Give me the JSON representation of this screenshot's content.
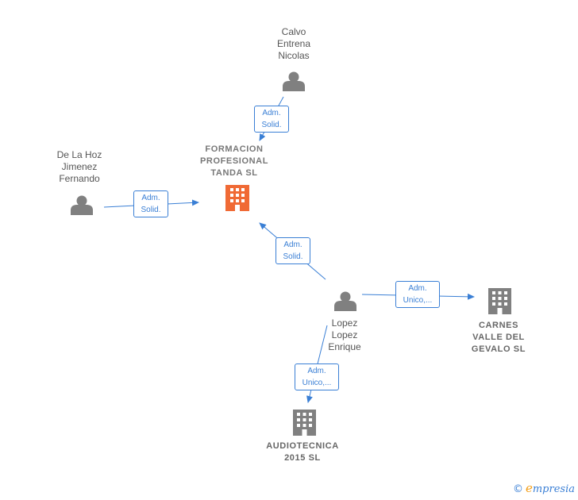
{
  "nodes": {
    "calvo": {
      "type": "person",
      "lines": [
        "Calvo",
        "Entrena",
        "Nicolas"
      ]
    },
    "delahoz": {
      "type": "person",
      "lines": [
        "De La Hoz",
        "Jimenez",
        "Fernando"
      ]
    },
    "lopez": {
      "type": "person",
      "lines": [
        "Lopez",
        "Lopez",
        "Enrique"
      ]
    },
    "formacion": {
      "type": "company",
      "highlight": true,
      "lines": [
        "FORMACION",
        "PROFESIONAL",
        "TANDA  SL"
      ]
    },
    "carnes": {
      "type": "company",
      "lines": [
        "CARNES",
        "VALLE DEL",
        "GEVALO SL"
      ]
    },
    "audiotecnica": {
      "type": "company",
      "lines": [
        "AUDIOTECNICA",
        "2015  SL"
      ]
    }
  },
  "edges": [
    {
      "from": "calvo",
      "to": "formacion",
      "label": [
        "Adm.",
        "Solid."
      ]
    },
    {
      "from": "delahoz",
      "to": "formacion",
      "label": [
        "Adm.",
        "Solid."
      ]
    },
    {
      "from": "lopez",
      "to": "formacion",
      "label": [
        "Adm.",
        "Solid."
      ]
    },
    {
      "from": "lopez",
      "to": "carnes",
      "label": [
        "Adm.",
        "Unico,..."
      ]
    },
    {
      "from": "lopez",
      "to": "audiotecnica",
      "label": [
        "Adm.",
        "Unico,..."
      ]
    }
  ],
  "colors": {
    "edge": "#3a7fd5",
    "person": "#808080",
    "company": "#808080",
    "highlight": "#f06a35"
  },
  "footer": {
    "copyright": "©",
    "brand_initial": "e",
    "brand_rest": "mpresia"
  }
}
